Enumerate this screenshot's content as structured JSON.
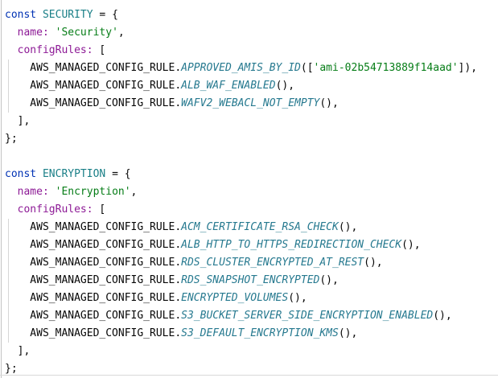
{
  "editor": {
    "background": "#ffffff",
    "border_color": "#c3c3c3",
    "indent_guide_color": "#d6d6d6",
    "syntax_colors": {
      "kw": "#0032b4",
      "const": "#1a7f87",
      "prop": "#8d1a96",
      "str": "#067d17",
      "static": "#26798f",
      "plain": "#070707"
    },
    "code_lines": [
      [
        {
          "t": "kw",
          "v": "const"
        },
        {
          "t": "plain",
          "v": " "
        },
        {
          "t": "const",
          "v": "SECURITY"
        },
        {
          "t": "plain",
          "v": " = {"
        }
      ],
      [
        {
          "t": "plain",
          "v": "  "
        },
        {
          "t": "prop",
          "v": "name:"
        },
        {
          "t": "plain",
          "v": " "
        },
        {
          "t": "str",
          "v": "'Security'"
        },
        {
          "t": "plain",
          "v": ","
        }
      ],
      [
        {
          "t": "plain",
          "v": "  "
        },
        {
          "t": "prop",
          "v": "configRules:"
        },
        {
          "t": "plain",
          "v": " ["
        }
      ],
      [
        {
          "t": "plain",
          "v": "    AWS_MANAGED_CONFIG_RULE."
        },
        {
          "t": "static",
          "v": "APPROVED_AMIS_BY_ID"
        },
        {
          "t": "plain",
          "v": "(["
        },
        {
          "t": "str",
          "v": "'ami-02b54713889f14aad'"
        },
        {
          "t": "plain",
          "v": "]),"
        }
      ],
      [
        {
          "t": "plain",
          "v": "    AWS_MANAGED_CONFIG_RULE."
        },
        {
          "t": "static",
          "v": "ALB_WAF_ENABLED"
        },
        {
          "t": "plain",
          "v": "(),"
        }
      ],
      [
        {
          "t": "plain",
          "v": "    AWS_MANAGED_CONFIG_RULE."
        },
        {
          "t": "static",
          "v": "WAFV2_WEBACL_NOT_EMPTY"
        },
        {
          "t": "plain",
          "v": "(),"
        }
      ],
      [
        {
          "t": "plain",
          "v": "  ],"
        }
      ],
      [
        {
          "t": "plain",
          "v": "};"
        }
      ],
      [],
      [
        {
          "t": "kw",
          "v": "const"
        },
        {
          "t": "plain",
          "v": " "
        },
        {
          "t": "const",
          "v": "ENCRYPTION"
        },
        {
          "t": "plain",
          "v": " = {"
        }
      ],
      [
        {
          "t": "plain",
          "v": "  "
        },
        {
          "t": "prop",
          "v": "name:"
        },
        {
          "t": "plain",
          "v": " "
        },
        {
          "t": "str",
          "v": "'Encryption'"
        },
        {
          "t": "plain",
          "v": ","
        }
      ],
      [
        {
          "t": "plain",
          "v": "  "
        },
        {
          "t": "prop",
          "v": "configRules:"
        },
        {
          "t": "plain",
          "v": " ["
        }
      ],
      [
        {
          "t": "plain",
          "v": "    AWS_MANAGED_CONFIG_RULE."
        },
        {
          "t": "static",
          "v": "ACM_CERTIFICATE_RSA_CHECK"
        },
        {
          "t": "plain",
          "v": "(),"
        }
      ],
      [
        {
          "t": "plain",
          "v": "    AWS_MANAGED_CONFIG_RULE."
        },
        {
          "t": "static",
          "v": "ALB_HTTP_TO_HTTPS_REDIRECTION_CHECK"
        },
        {
          "t": "plain",
          "v": "(),"
        }
      ],
      [
        {
          "t": "plain",
          "v": "    AWS_MANAGED_CONFIG_RULE."
        },
        {
          "t": "static",
          "v": "RDS_CLUSTER_ENCRYPTED_AT_REST"
        },
        {
          "t": "plain",
          "v": "(),"
        }
      ],
      [
        {
          "t": "plain",
          "v": "    AWS_MANAGED_CONFIG_RULE."
        },
        {
          "t": "static",
          "v": "RDS_SNAPSHOT_ENCRYPTED"
        },
        {
          "t": "plain",
          "v": "(),"
        }
      ],
      [
        {
          "t": "plain",
          "v": "    AWS_MANAGED_CONFIG_RULE."
        },
        {
          "t": "static",
          "v": "ENCRYPTED_VOLUMES"
        },
        {
          "t": "plain",
          "v": "(),"
        }
      ],
      [
        {
          "t": "plain",
          "v": "    AWS_MANAGED_CONFIG_RULE."
        },
        {
          "t": "static",
          "v": "S3_BUCKET_SERVER_SIDE_ENCRYPTION_ENABLED"
        },
        {
          "t": "plain",
          "v": "(),"
        }
      ],
      [
        {
          "t": "plain",
          "v": "    AWS_MANAGED_CONFIG_RULE."
        },
        {
          "t": "static",
          "v": "S3_DEFAULT_ENCRYPTION_KMS"
        },
        {
          "t": "plain",
          "v": "(),"
        }
      ],
      [
        {
          "t": "plain",
          "v": "  ],"
        }
      ],
      [
        {
          "t": "plain",
          "v": "};"
        }
      ]
    ]
  }
}
